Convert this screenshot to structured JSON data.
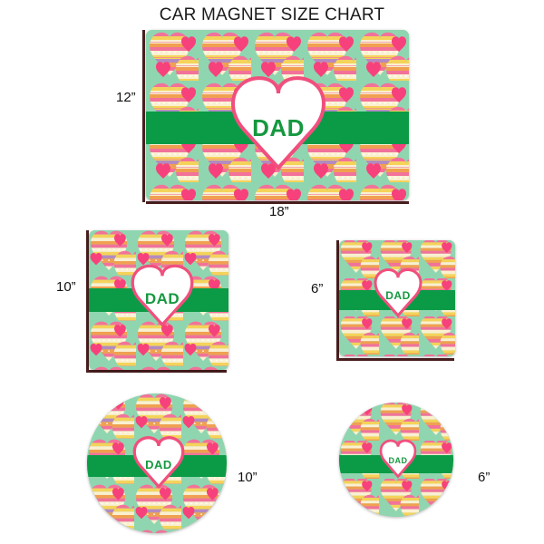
{
  "chart": {
    "title": "CAR MAGNET SIZE CHART",
    "monogram_text": "DAD"
  },
  "colors": {
    "background_mint": "#8fd6b0",
    "band_green": "#0b9b46",
    "text_green": "#15983f",
    "heart_outline_pink": "#f04f7e",
    "badge_white": "#ffffff",
    "stripe_pink": "#f2729a",
    "stripe_orange": "#f0a050",
    "stripe_yellow": "#f5d35a",
    "stripe_cream": "#faf0d0",
    "stripe_purple": "#b48ac0",
    "rule_dark": "#4a1f1f",
    "title_black": "#1a1a1a"
  },
  "magnets": [
    {
      "id": "large-rectangle",
      "shape": "rectangle",
      "height_label": "12”",
      "width_label": "18”",
      "monogram": "DAD"
    },
    {
      "id": "medium-square",
      "shape": "square",
      "height_label": "10”",
      "monogram": "DAD"
    },
    {
      "id": "small-square",
      "shape": "square",
      "height_label": "6”",
      "monogram": "DAD"
    },
    {
      "id": "large-round",
      "shape": "round",
      "size_label": "10”",
      "monogram": "DAD"
    },
    {
      "id": "small-round",
      "shape": "round",
      "size_label": "6”",
      "monogram": "DAD"
    }
  ]
}
